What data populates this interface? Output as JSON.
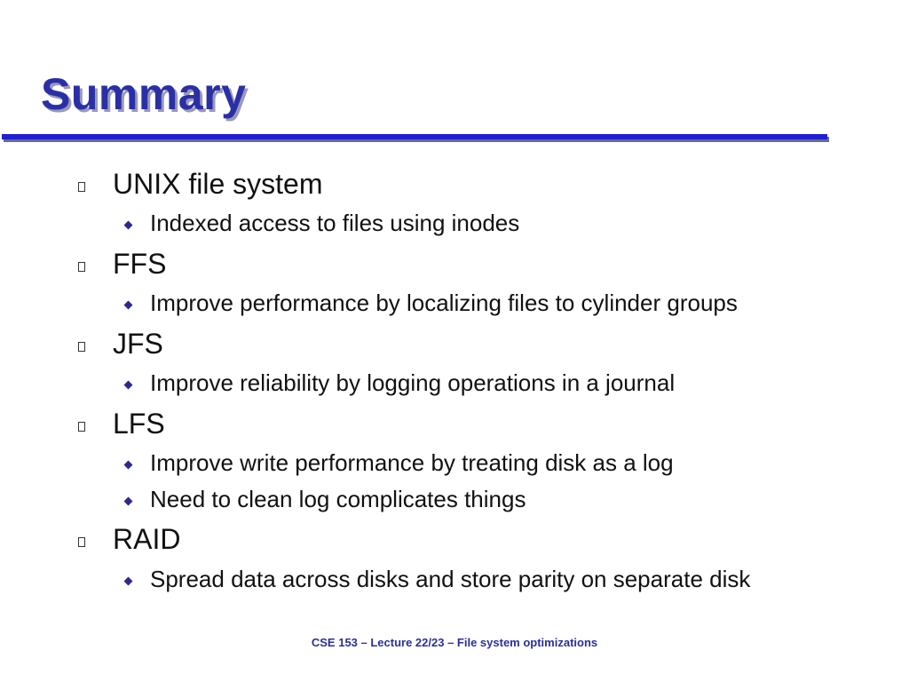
{
  "slide": {
    "title": "Summary",
    "footer": "CSE 153 – Lecture 22/23 – File system optimizations",
    "sections": [
      {
        "heading": "UNIX file system",
        "bullets": [
          "Indexed access to files using inodes"
        ]
      },
      {
        "heading": "FFS",
        "bullets": [
          "Improve performance by localizing files to cylinder groups"
        ]
      },
      {
        "heading": "JFS",
        "bullets": [
          "Improve reliability by logging operations in a journal"
        ]
      },
      {
        "heading": "LFS",
        "bullets": [
          "Improve write performance by treating disk as a log",
          "Need to clean log complicates things"
        ]
      },
      {
        "heading": "RAID",
        "bullets": [
          "Spread data across disks and store parity on separate disk"
        ]
      }
    ]
  },
  "colors": {
    "title": "#2b2fa6",
    "rule": "#1f1fd6",
    "footer": "#2b2f9a",
    "body_text": "#111111"
  },
  "icons": {
    "level1_bullet": "hollow-square-icon",
    "level2_bullet": "diamond-icon"
  }
}
